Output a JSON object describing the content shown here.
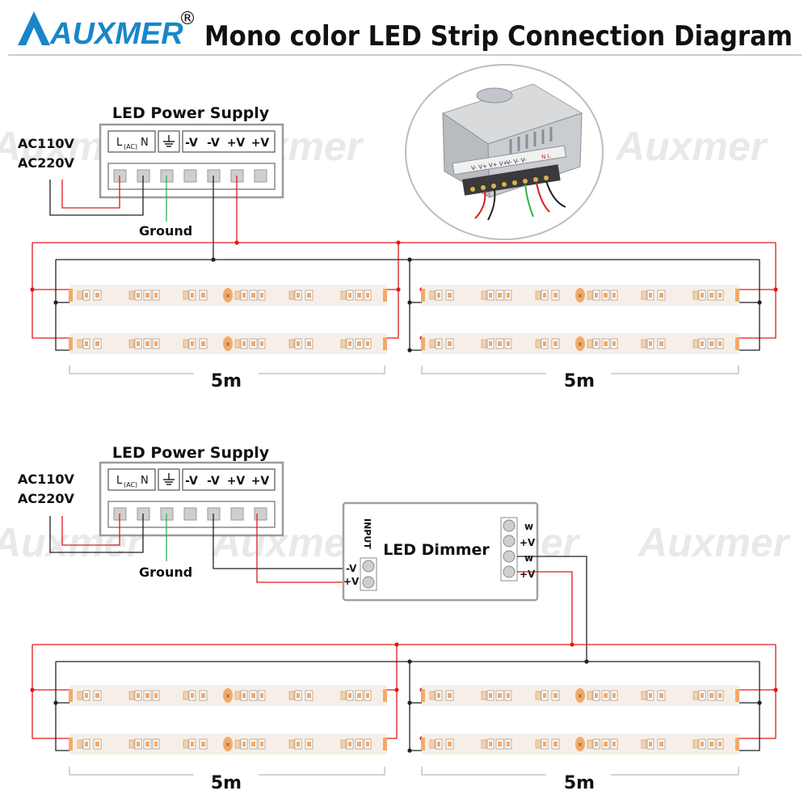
{
  "header": {
    "brand": "AUXMER",
    "registered": "®",
    "title": "Mono color LED Strip Connection Diagram"
  },
  "colors": {
    "brand_blue": "#1a86c9",
    "positive_wire": "#e01b1b",
    "negative_wire": "#111111",
    "ground_wire": "#2db34a",
    "strip_base": "#f7efe7",
    "led_color": "#f4a96a"
  },
  "watermark": "Auxmer",
  "diagram1": {
    "power_supply": {
      "title": "LED Power Supply",
      "terminals": [
        "L(AC)N",
        "ground-symbol",
        "-V",
        "-V",
        "+V",
        "+V"
      ],
      "terminal_L": "L",
      "terminal_AC": "(AC)",
      "terminal_N": "N",
      "minus1": "-V",
      "minus2": "-V",
      "plus1": "+V",
      "plus2": "+V"
    },
    "ac_input": {
      "line1": "AC110V",
      "line2": "AC220V"
    },
    "ground_label": "Ground",
    "length_left": "5m",
    "length_right": "5m"
  },
  "diagram2": {
    "power_supply": {
      "title": "LED Power Supply",
      "terminal_L": "L",
      "terminal_AC": "(AC)",
      "terminal_N": "N",
      "minus1": "-V",
      "minus2": "-V",
      "plus1": "+V",
      "plus2": "+V"
    },
    "ac_input": {
      "line1": "AC110V",
      "line2": "AC220V"
    },
    "ground_label": "Ground",
    "dimmer": {
      "title": "LED Dimmer",
      "input_label": "INPUT",
      "in_minus": "-V",
      "in_plus": "+V",
      "out_w1": "w",
      "out_plus1": "+V",
      "out_w2": "w",
      "out_plus2": "+V"
    },
    "length_left": "5m",
    "length_right": "5m"
  },
  "photo": {
    "label_left": "V- V+ V+ V+",
    "label_mid": "V- V- V-",
    "label_right": "N L"
  }
}
